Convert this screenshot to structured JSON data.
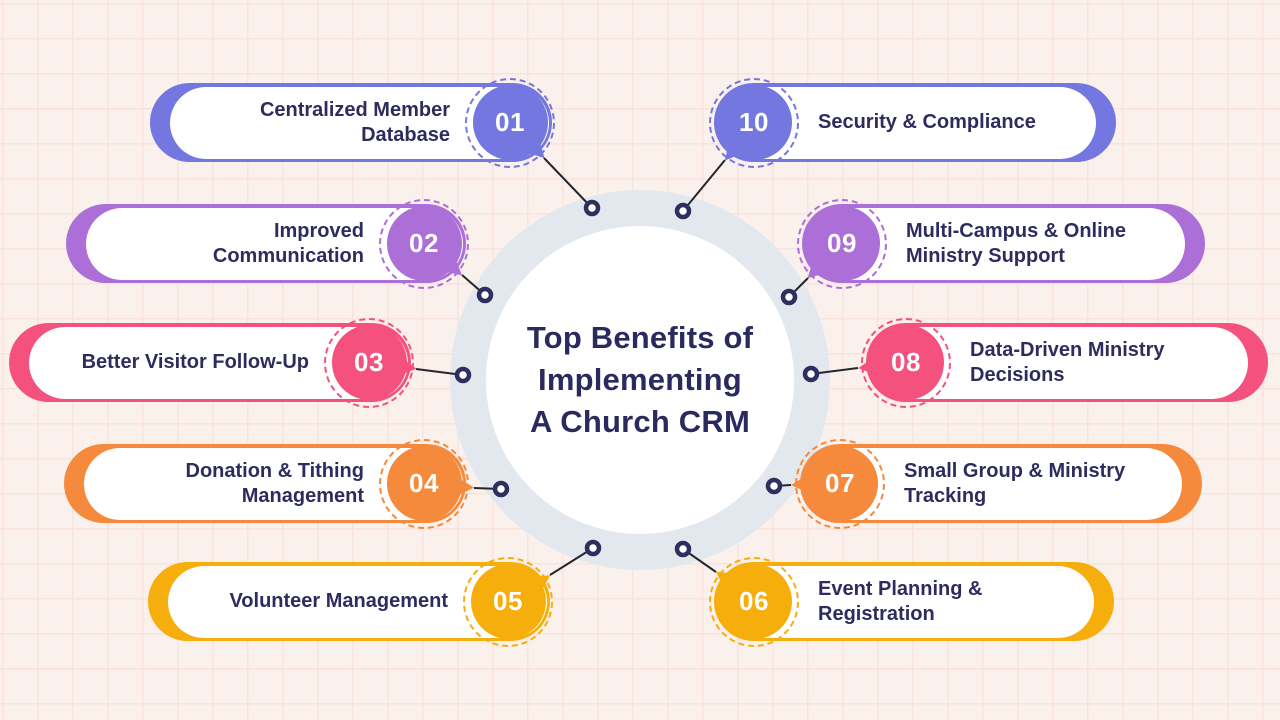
{
  "title": {
    "lines": [
      "Top Benefits of",
      "Implementing",
      "A Church CRM"
    ]
  },
  "items": [
    {
      "number": "01",
      "label": "Centralized Member\nDatabase",
      "side": "left",
      "color": "#7477DF"
    },
    {
      "number": "02",
      "label": "Improved\nCommunication",
      "side": "left",
      "color": "#AC6FD8"
    },
    {
      "number": "03",
      "label": "Better Visitor Follow-Up",
      "side": "left",
      "color": "#F4517E"
    },
    {
      "number": "04",
      "label": "Donation & Tithing\nManagement",
      "side": "left",
      "color": "#F68A3C"
    },
    {
      "number": "05",
      "label": "Volunteer Management",
      "side": "left",
      "color": "#F6AE0D"
    },
    {
      "number": "06",
      "label": "Event Planning &\nRegistration",
      "side": "right",
      "color": "#F6AE0D"
    },
    {
      "number": "07",
      "label": "Small Group & Ministry\nTracking",
      "side": "right",
      "color": "#F68A3C"
    },
    {
      "number": "08",
      "label": "Data-Driven Ministry\nDecisions",
      "side": "right",
      "color": "#F4517E"
    },
    {
      "number": "09",
      "label": "Multi-Campus & Online\nMinistry Support",
      "side": "right",
      "color": "#AC6FD8"
    },
    {
      "number": "10",
      "label": "Security & Compliance",
      "side": "right",
      "color": "#7477DF"
    }
  ],
  "colors": {
    "background": "#FBF1EC",
    "grid_line": "#F8E3DE",
    "center_ring": "#E3E8EE",
    "center_fill": "#FFFFFF",
    "title_text": "#2B2A5E",
    "label_text": "#2E2C5E",
    "connector_line": "#26262B",
    "connector_dot_border": "#2D2F5F",
    "indigo": "#7477DF",
    "purple": "#AC6FD8",
    "pink": "#F4517E",
    "orange": "#F68A3C",
    "amber": "#F6AE0D"
  }
}
